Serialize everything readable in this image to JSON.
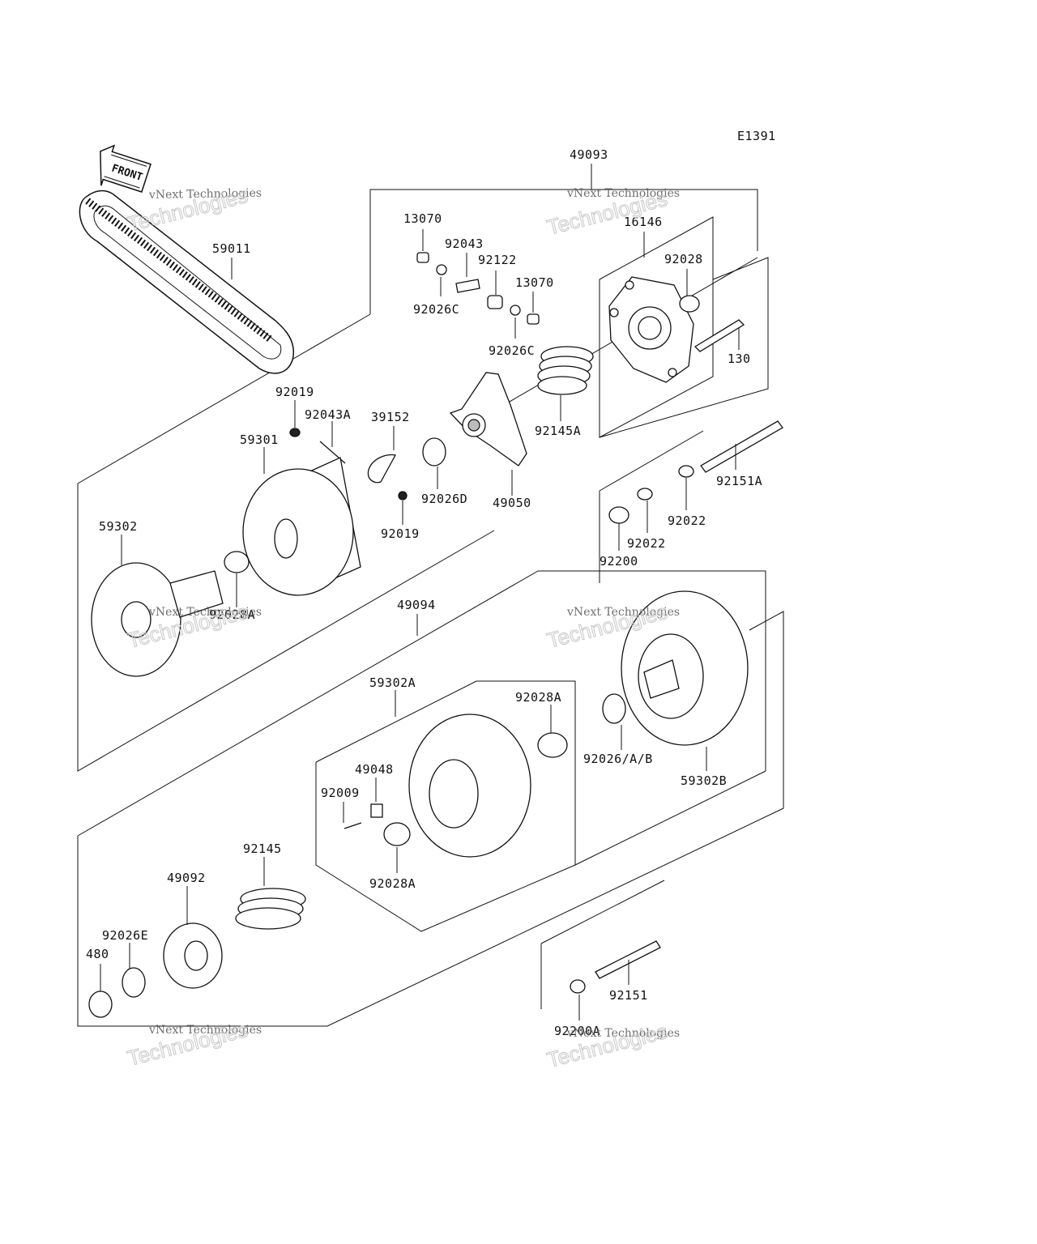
{
  "diagram_code": "E1391",
  "front_label": "FRONT",
  "watermark": {
    "line1": "vNext Technologies",
    "line2": "Technologies"
  },
  "parts": {
    "p49093": "49093",
    "p13070a": "13070",
    "p92043": "92043",
    "p92122": "92122",
    "p13070b": "13070",
    "p92026c_a": "92026C",
    "p92026c_b": "92026C",
    "p16146": "16146",
    "p92028": "92028",
    "p130": "130",
    "p59011": "59011",
    "p92019a": "92019",
    "p92043a": "92043A",
    "p39152": "39152",
    "p59301": "59301",
    "p92026d": "92026D",
    "p49050": "49050",
    "p92145a": "92145A",
    "p92151a": "92151A",
    "p92019b": "92019",
    "p92022a": "92022",
    "p92022b": "92022",
    "p92200": "92200",
    "p59302": "59302",
    "p92028a_top": "92028A",
    "p49094": "49094",
    "p59302a": "59302A",
    "p92028a_r": "92028A",
    "p92026ab": "92026/A/B",
    "p59302b": "59302B",
    "p49048": "49048",
    "p92009": "92009",
    "p92028a_b": "92028A",
    "p92145": "92145",
    "p49092": "49092",
    "p92026e": "92026E",
    "p480": "480",
    "p92151": "92151",
    "p92200a": "92200A"
  }
}
